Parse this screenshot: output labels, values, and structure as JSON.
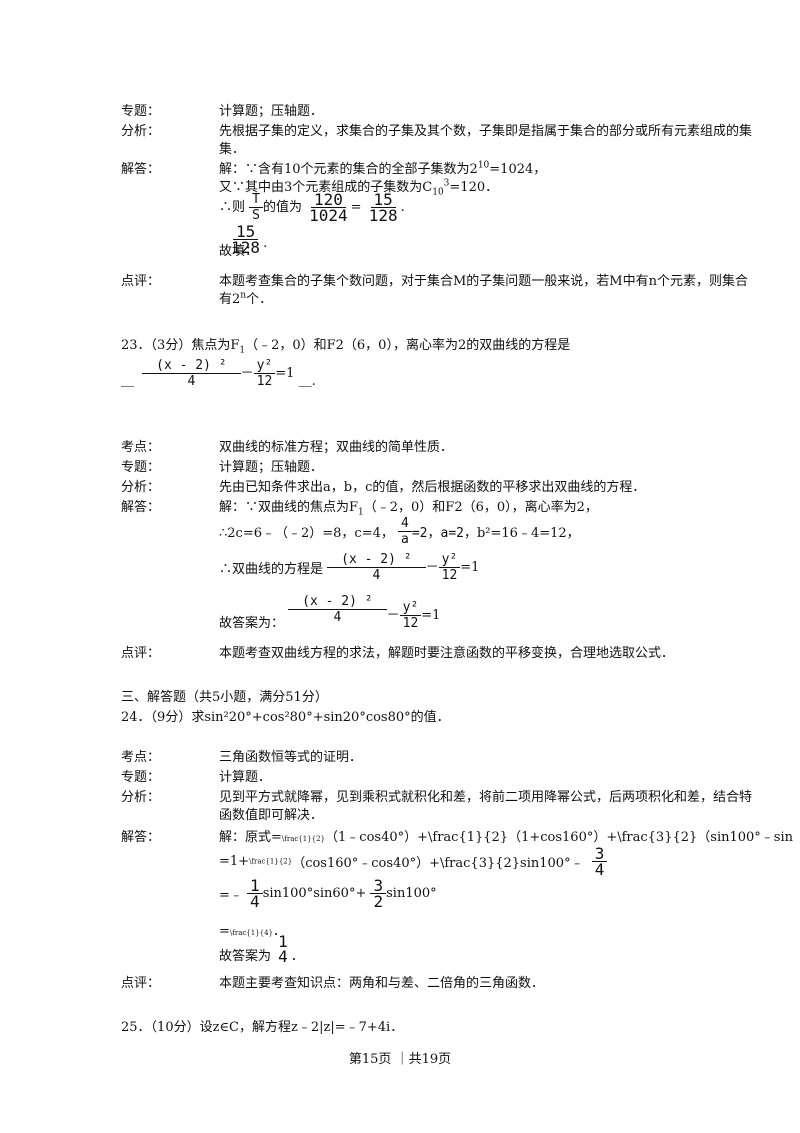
{
  "sec22": {
    "zhuanti_label": "专题：",
    "zhuanti": "计算题；压轴题．",
    "fenxi_label": "分析：",
    "fenxi_1": "先根据子集的定义，求集合的子集及其个数，子集即是指属于集合的部分或所有元素组成的集",
    "fenxi_2": "集．",
    "jieda_label": "解答：",
    "jieda_1": "解：∵含有10个元素的集合的全部子集数为2",
    "jieda_1_sup": "10",
    "jieda_1_tail": "=1024，",
    "jieda_2": "又∵其中由3个元素组成的子集数为C",
    "jieda_2_sub": "10",
    "jieda_2_sup": "3",
    "jieda_2_tail": "=120．",
    "jieda_3_pre": "∴则",
    "jieda_3_T": "T",
    "jieda_3_S": "S",
    "jieda_3_mid": "的值为",
    "frac_120": "120",
    "frac_1024": "1024",
    "eq": "=",
    "frac_15": "15",
    "frac_128": "128",
    "dot": ".",
    "guzhen": "故填：",
    "dianping_label": "点评：",
    "dianping_1": "本题考查集合的子集个数问题，对于集合M的子集问题一般来说，若M中有n个元素，则集合",
    "dianping_2": "有2",
    "dianping_2_sup": "n",
    "dianping_2_tail": "个．"
  },
  "q23": {
    "stem": "23．（3分）焦点为F",
    "stem_sub": "1",
    "stem_tail": "（﹣2，0）和F2（6，0），离心率为2的双曲线的方程是",
    "ans_num": "(x - 2) ²",
    "ans_den": "4",
    "minus": "－",
    "y_num": "y²",
    "y_den": "12",
    "eq1": "=1",
    "blank_left": "＿",
    "blank_right": "＿.",
    "kaodian_label": "考点：",
    "kaodian": "双曲线的标准方程；双曲线的简单性质．",
    "zhuanti_label": "专题：",
    "zhuanti": "计算题；压轴题．",
    "fenxi_label": "分析：",
    "fenxi": "先由已知条件求出a，b，c的值，然后根据函数的平移求出双曲线的方程．",
    "jieda_label": "解答：",
    "jieda_1": "解：∵双曲线的焦点为F",
    "jieda_1_sub": "1",
    "jieda_1_tail": "（﹣2，0）和F2（6，0），离心率为2，",
    "jieda_2_pre": "∴2c=6﹣（﹣2）=8，c=4，",
    "f4": "4",
    "fa": "a",
    "jieda_2_mid": "=2，a=2",
    "jieda_2_tail": "，b²=16﹣4=12，",
    "jieda_3": "∴双曲线的方程是",
    "jieda_4": "故答案为：",
    "dianping_label": "点评：",
    "dianping": "本题考查双曲线方程的求法，解题时要注意函数的平移变换，合理地选取公式．"
  },
  "section3": "三、解答题（共5小题，满分51分）",
  "q24": {
    "stem": "24．（9分）求sin²20°+cos²80°+sin20°cos80°的值．",
    "kaodian_label": "考点：",
    "kaodian": "三角函数恒等式的证明．",
    "zhuanti_label": "专题：",
    "zhuanti": "计算题．",
    "fenxi_label": "分析：",
    "fenxi_1": "见到平方式就降幂，见到乘积式就积化和差，将前二项用降幂公式，后两项积化和差，结合特",
    "fenxi_2": "函数值即可解决．",
    "jieda_label": "解答：",
    "jieda_1_pre": "解：原式=",
    "jieda_1_small": "\\frac{1}{2}",
    "jieda_1_tail": "（1﹣cos40°）+\\frac{1}{2}（1+cos160°）+\\frac{3}{2}（sin100°﹣sin",
    "jieda_2_pre": "=1+",
    "jieda_2_small": "\\frac{1}{2}",
    "jieda_2_tail": "（cos160°﹣cos40°）+\\frac{3}{2}sin100°﹣",
    "f3": "3",
    "f4": "4",
    "jieda_3_pre": "=﹣",
    "f1": "1",
    "jieda_3_mid": "sin100°sin60°+",
    "f3b": "3",
    "f2": "2",
    "jieda_3_tail": "sin100°",
    "jieda_4": "=",
    "jieda_4_small": "\\frac{1}{4}",
    "jieda_4_tail": "．",
    "jieda_5": "故答案为",
    "dianping_label": "点评：",
    "dianping": "本题主要考查知识点：两角和与差、二倍角的三角函数．"
  },
  "q25": {
    "stem": "25．（10分）设z∈C，解方程z﹣2|z|=﹣7+4i．"
  },
  "footer": "第15页 ｜共19页"
}
